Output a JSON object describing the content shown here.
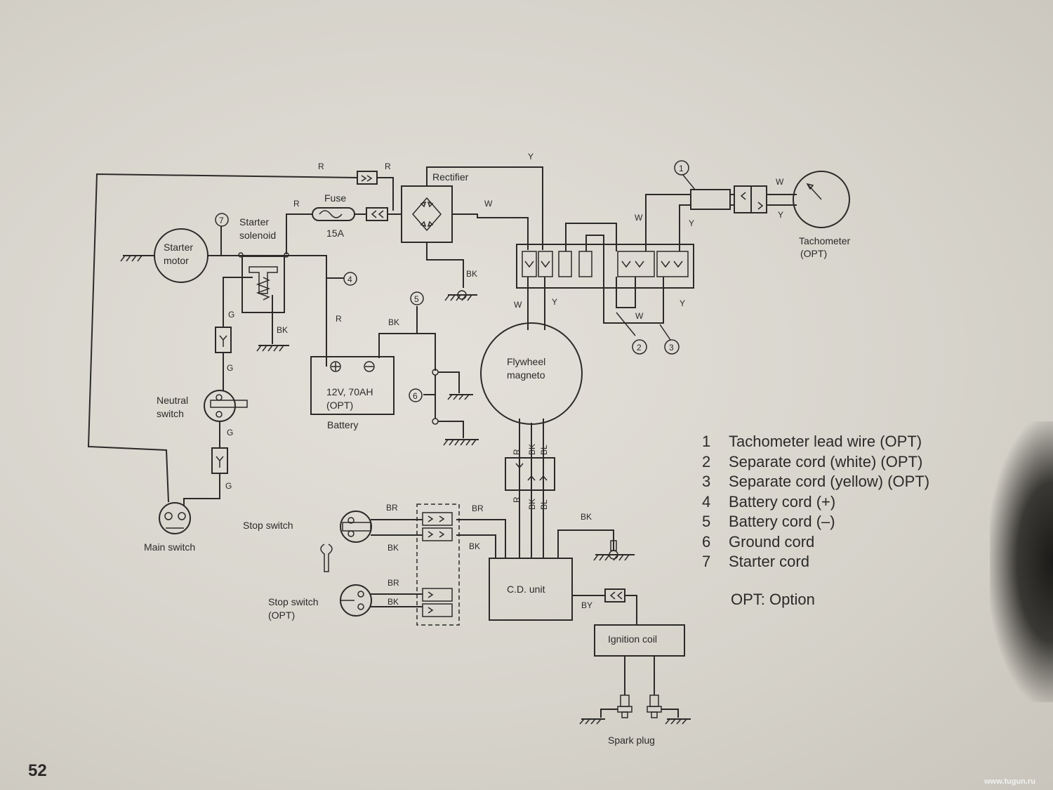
{
  "page_number": "52",
  "watermark": "www.tugun.ru",
  "components": {
    "rectifier": "Rectifier",
    "fuse": "Fuse",
    "fuse_rating": "15A",
    "starter_solenoid_1": "Starter",
    "starter_solenoid_2": "solenoid",
    "starter_motor_1": "Starter",
    "starter_motor_2": "motor",
    "neutral_switch_1": "Neutral",
    "neutral_switch_2": "switch",
    "main_switch": "Main switch",
    "battery_rating_1": "12V, 70AH",
    "battery_rating_2": "(OPT)",
    "battery": "Battery",
    "flywheel_1": "Flywheel",
    "flywheel_2": "magneto",
    "tachometer_1": "Tachometer",
    "tachometer_2": "(OPT)",
    "stop_switch": "Stop switch",
    "stop_switch_opt_1": "Stop switch",
    "stop_switch_opt_2": "(OPT)",
    "cd_unit": "C.D. unit",
    "ignition_coil": "Ignition  coil",
    "spark_plug": "Spark plug"
  },
  "wire_colors": {
    "R": "R",
    "Y": "Y",
    "W": "W",
    "BK": "BK",
    "G": "G",
    "BR": "BR",
    "BL": "BL",
    "BY": "BY"
  },
  "callouts": [
    "1",
    "2",
    "3",
    "4",
    "5",
    "6",
    "7"
  ],
  "legend": [
    {
      "num": "1",
      "text": "Tachometer lead wire (OPT)"
    },
    {
      "num": "2",
      "text": "Separate cord (white) (OPT)"
    },
    {
      "num": "3",
      "text": "Separate cord (yellow) (OPT)"
    },
    {
      "num": "4",
      "text": "Battery cord (+)"
    },
    {
      "num": "5",
      "text": "Battery cord (–)"
    },
    {
      "num": "6",
      "text": "Ground cord"
    },
    {
      "num": "7",
      "text": "Starter cord"
    }
  ],
  "legend_note": "OPT: Option"
}
